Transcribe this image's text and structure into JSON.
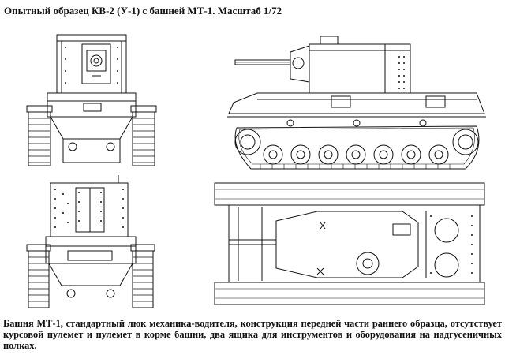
{
  "title": "Опытный образец КВ-2 (У-1) с башней МТ-1.   Масштаб 1/72",
  "caption": "Башня МТ-1, стандартный люк механика-водителя, конструкция передней части раннего образца, отсутствует курсовой пулемет и пулемет в корме башни, два ящика для инструментов и оборудования на надгусеничных полках.",
  "colors": {
    "ink": "#111111",
    "paper": "#ffffff"
  },
  "views": [
    {
      "name": "front-view",
      "icon": "tank-front-icon"
    },
    {
      "name": "rear-view",
      "icon": "tank-rear-icon"
    },
    {
      "name": "side-view",
      "icon": "tank-side-icon"
    },
    {
      "name": "top-view",
      "icon": "tank-top-icon"
    }
  ]
}
